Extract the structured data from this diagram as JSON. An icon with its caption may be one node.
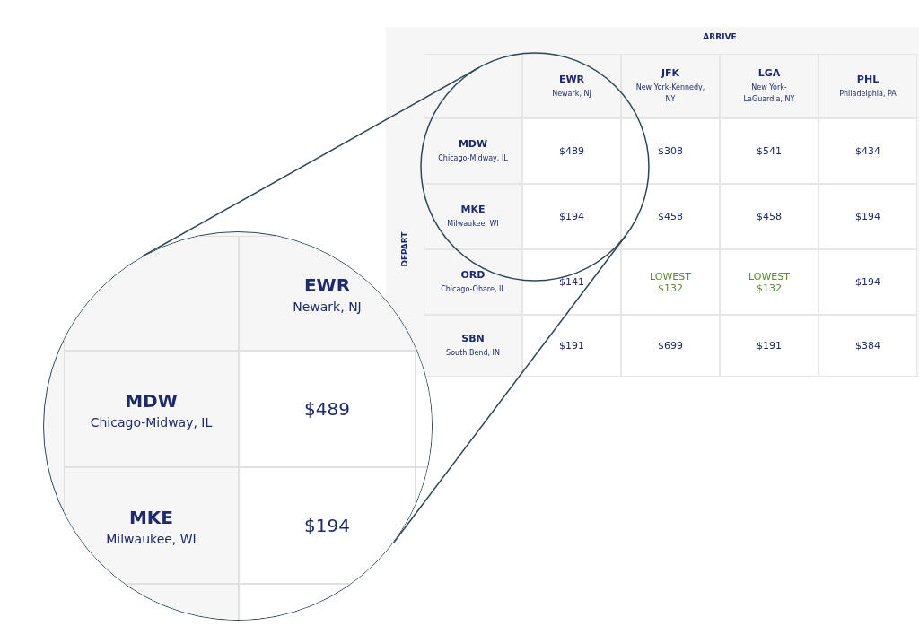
{
  "diagram": {
    "nodes": [
      {
        "text": [],
        "shape": "circle"
      },
      {
        "text": [],
        "shape": "circle"
      }
    ],
    "edges": [
      {
        "from": 1,
        "to": 0,
        "arrow": "none"
      },
      {
        "from": 1,
        "to": 0,
        "arrow": "none"
      }
    ],
    "labels": [
      "ARRIVE",
      "DEPART",
      "EWR",
      "Newark, NJ",
      "JFK",
      "New York-Kennedy, NY",
      "LGA",
      "New York-LaGuardia, NY",
      "PHL",
      "Philadelphia, PA",
      "MDW",
      "Chicago-Midway, IL",
      "$489",
      "$308",
      "$541",
      "$434",
      "MKE",
      "Milwaukee, WI",
      "$194",
      "$458",
      "$458",
      "$194",
      "ORD",
      "Chicago-Ohare, IL",
      "$141",
      "LOWEST",
      "$132",
      "LOWEST",
      "$132",
      "$194",
      "SBN",
      "South Bend, IN",
      "$191",
      "$699",
      "$191",
      "$384",
      "EWR",
      "Newark, NJ",
      "MDW",
      "Chicago-Midway, IL",
      "$489",
      "MKE",
      "Milwaukee, WI",
      "$194"
    ]
  }
}
